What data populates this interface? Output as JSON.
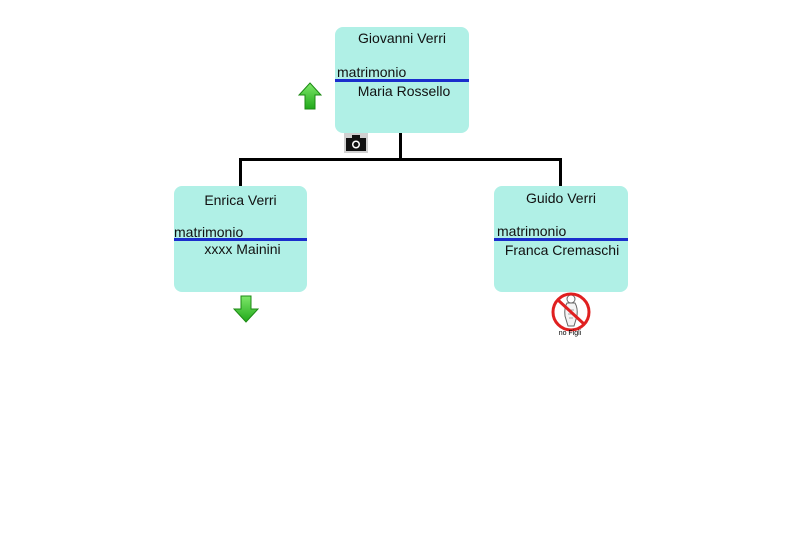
{
  "people": {
    "root": {
      "name": "Giovanni Verri",
      "relation": "matrimonio",
      "spouse": "Maria Rossello"
    },
    "left": {
      "name": "Enrica Verri",
      "relation": "matrimonio",
      "spouse": "xxxx Mainini"
    },
    "right": {
      "name": "Guido Verri",
      "relation": "matrimonio",
      "spouse": "Franca Cremaschi"
    }
  },
  "badges": {
    "no_children_label": "no Figli"
  },
  "colors": {
    "card": "#b0f0e6",
    "separator": "#1a2ecc",
    "arrow": "#3cc82a",
    "no_sign": "#e02020"
  },
  "icons": [
    "arrow-up-icon",
    "camera-icon",
    "arrow-down-icon",
    "no-children-icon"
  ]
}
